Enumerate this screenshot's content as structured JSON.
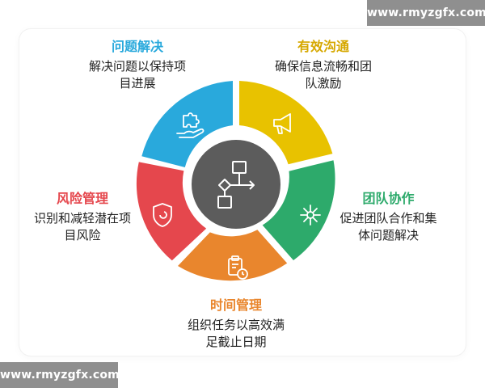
{
  "watermark": "www.rmyzgfx.com",
  "sections": [
    {
      "id": "problem",
      "title": "问题解决",
      "desc_line1": "解决问题以保持项",
      "desc_line2": "目进展",
      "color": "#29a9dc",
      "icon": "puzzle-hand-icon"
    },
    {
      "id": "comm",
      "title": "有效沟通",
      "desc_line1": "确保信息流畅和团",
      "desc_line2": "队激励",
      "color": "#e8c200",
      "icon": "megaphone-icon"
    },
    {
      "id": "team",
      "title": "团队协作",
      "desc_line1": "促进团队合作和集",
      "desc_line2": "体问题解决",
      "color": "#2daa6b",
      "icon": "network-icon"
    },
    {
      "id": "time",
      "title": "时间管理",
      "desc_line1": "组织任务以高效满",
      "desc_line2": "足截止日期",
      "color": "#e9862d",
      "icon": "clipboard-clock-icon"
    },
    {
      "id": "risk",
      "title": "风险管理",
      "desc_line1": "识别和减轻潜在项",
      "desc_line2": "目风险",
      "color": "#e5474d",
      "icon": "shield-icon"
    }
  ],
  "center": {
    "icon": "flowchart-icon",
    "color": "#5c5c5c"
  }
}
